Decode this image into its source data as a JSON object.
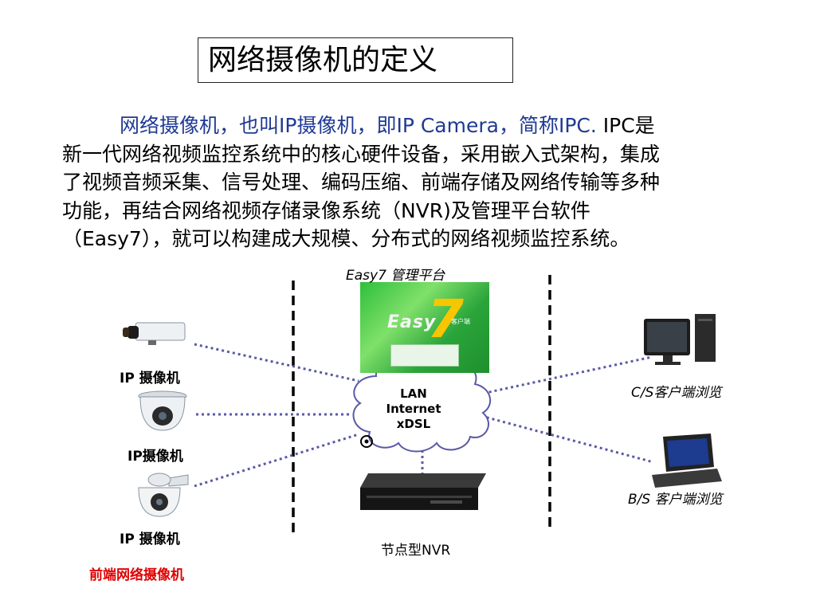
{
  "title": "网络摄像机的定义",
  "intro": {
    "line1_blue": "网络摄像机，也叫IP摄像机，即IP Camera，简称IPC.",
    "line1_rest": " IPC是",
    "line2": "新一代网络视频监控系统中的核心硬件设备，采用嵌入式架构，集成",
    "line3": "了视频音频采集、信号处理、编码压缩、前端存储及网络传输等多种",
    "line4": "功能，再结合网络视频存储录像系统（NVR)及管理平台软件",
    "line5": "（Easy7），就可以构建成大规模、分布式的网络视频监控系统。"
  },
  "diagram": {
    "platform_label": "Easy7 管理平台",
    "screen": {
      "logo": "Easy",
      "seven": "7",
      "client": "客户端"
    },
    "camera1_label": "IP 摄像机",
    "camera2_label": "IP摄像机",
    "camera3_label": "IP 摄像机",
    "front_end_label": "前端网络摄像机",
    "cloud": {
      "line1": "LAN",
      "line2": "Internet",
      "line3": "xDSL"
    },
    "nvr_label": "节点型NVR",
    "cs_label": "C/S客户端浏览",
    "bs_label": "B/S 客户端浏览"
  },
  "colors": {
    "dotted_link": "#5a5aa6",
    "front_end": "#e00000",
    "intro_blue": "#1f3a93"
  }
}
